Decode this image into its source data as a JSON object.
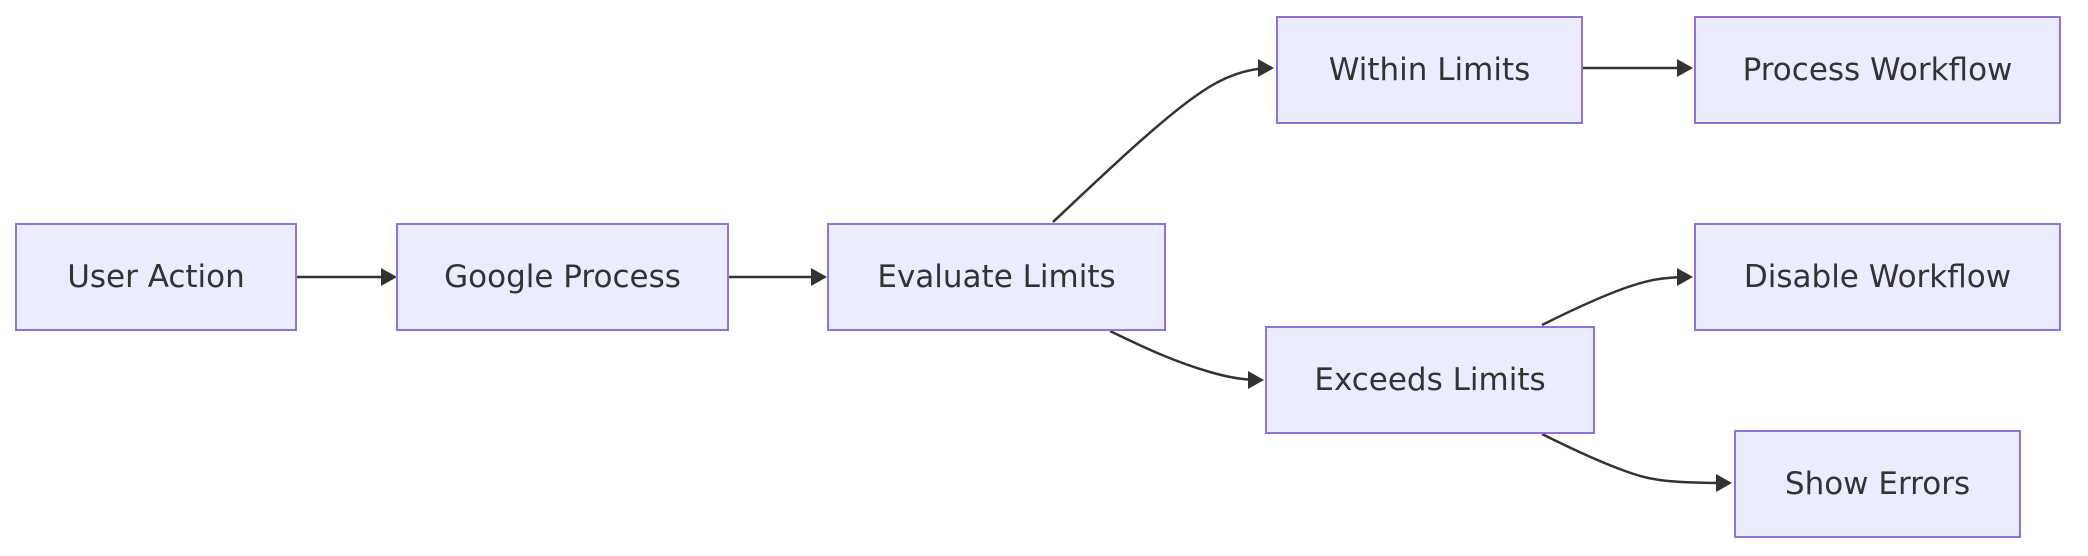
{
  "diagram": {
    "type": "flowchart",
    "direction": "left-to-right",
    "colors": {
      "node_fill": "#ececff",
      "node_border": "#9370db",
      "text": "#333333",
      "edge": "#333333",
      "background": "#ffffff"
    },
    "nodes": {
      "user_action": {
        "label": "User Action"
      },
      "google_process": {
        "label": "Google Process"
      },
      "evaluate_limits": {
        "label": "Evaluate Limits"
      },
      "within_limits": {
        "label": "Within Limits"
      },
      "process_workflow": {
        "label": "Process Workflow"
      },
      "exceeds_limits": {
        "label": "Exceeds Limits"
      },
      "disable_workflow": {
        "label": "Disable Workflow"
      },
      "show_errors": {
        "label": "Show Errors"
      }
    },
    "edges": [
      {
        "from": "user_action",
        "to": "google_process"
      },
      {
        "from": "google_process",
        "to": "evaluate_limits"
      },
      {
        "from": "evaluate_limits",
        "to": "within_limits"
      },
      {
        "from": "within_limits",
        "to": "process_workflow"
      },
      {
        "from": "evaluate_limits",
        "to": "exceeds_limits"
      },
      {
        "from": "exceeds_limits",
        "to": "disable_workflow"
      },
      {
        "from": "exceeds_limits",
        "to": "show_errors"
      }
    ]
  }
}
